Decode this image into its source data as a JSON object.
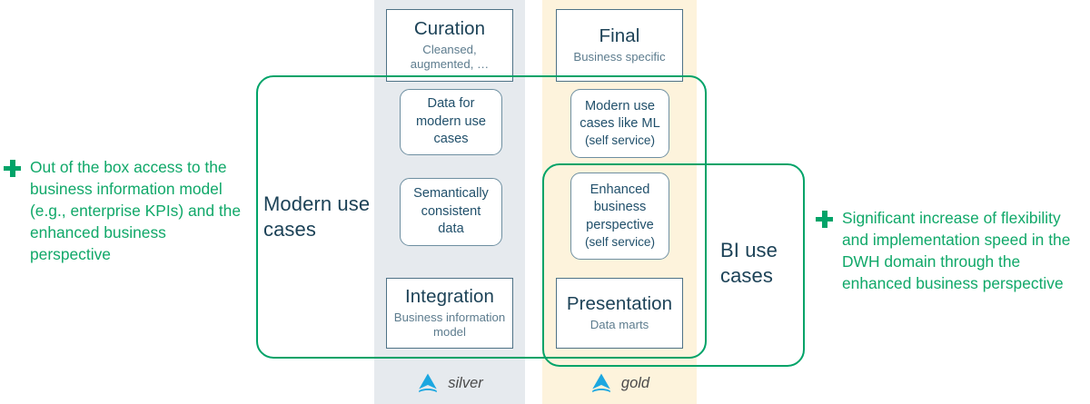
{
  "columns": {
    "silver": {
      "name": "silver",
      "logo_icon": "databricks-delta-icon",
      "bg_color": "#e6eaee",
      "layer": {
        "title": "Curation",
        "subtitle": "Cleansed, augmented, …"
      },
      "pills": [
        {
          "lines": [
            "Data for",
            "modern use",
            "cases"
          ]
        },
        {
          "lines": [
            "Semantically",
            "consistent",
            "data"
          ]
        }
      ],
      "bottom_layer": {
        "title": "Integration",
        "subtitle": "Business information model"
      }
    },
    "gold": {
      "name": "gold",
      "logo_icon": "databricks-delta-icon",
      "bg_color": "#fdf3dc",
      "layer": {
        "title": "Final",
        "subtitle": "Business specific"
      },
      "pills": [
        {
          "lines": [
            "Modern use",
            "cases like ML",
            "(self service)"
          ]
        },
        {
          "lines": [
            "Enhanced",
            "business",
            "perspective",
            "(self service)"
          ]
        }
      ],
      "bottom_layer": {
        "title": "Presentation",
        "subtitle": "Data marts"
      }
    }
  },
  "usecases": {
    "modern": {
      "label": "Modern use cases",
      "color": "#00a368"
    },
    "bi": {
      "label": "BI use cases",
      "color": "#00a368"
    }
  },
  "callouts": {
    "left": {
      "icon": "plus-icon",
      "text": "Out of the box access to the business information model (e.g., enterprise KPIs) and the enhanced business perspective",
      "color": "#10a869"
    },
    "right": {
      "icon": "plus-icon",
      "text": "Significant increase of flexibility and implementation speed in the DWH domain through the enhanced business perspective",
      "color": "#10a869"
    }
  }
}
